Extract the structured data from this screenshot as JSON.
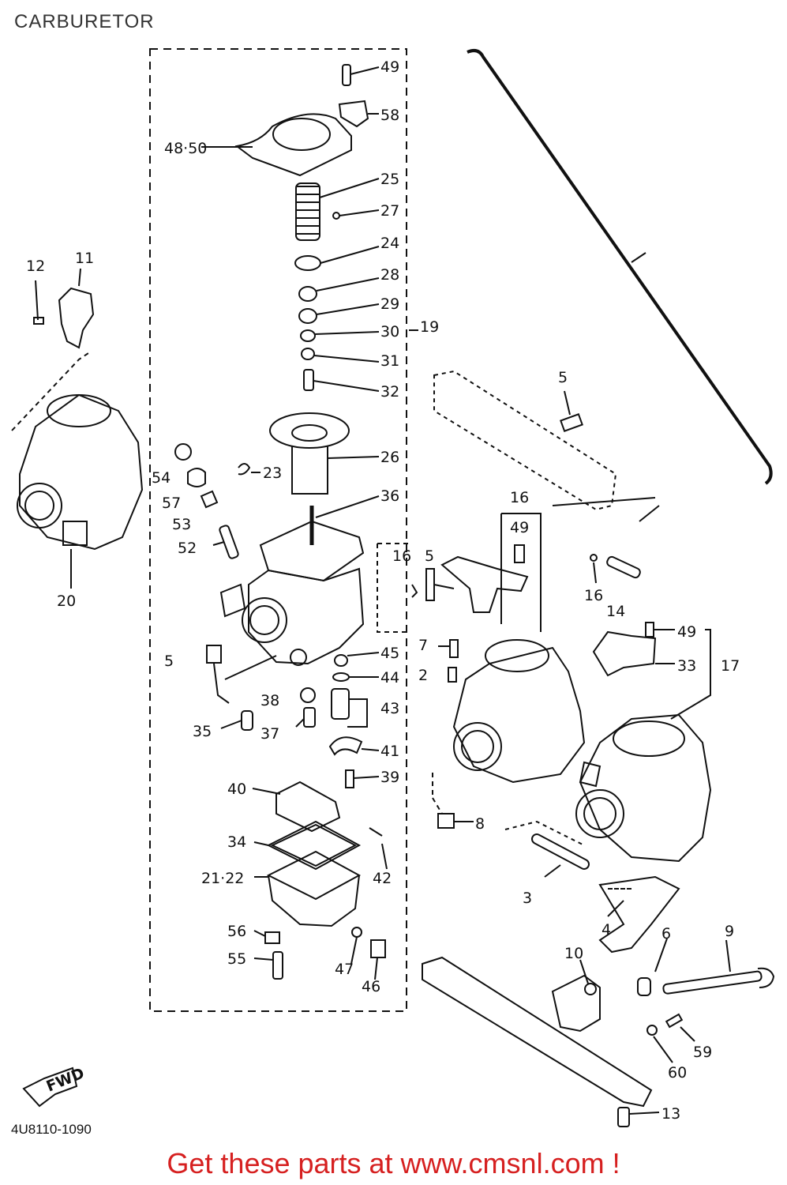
{
  "title": "CARBURETOR",
  "drawing_code": "4U8110-1090",
  "fwd_label": "FWD",
  "footer": "Get these parts at www.cmsnl.com !",
  "callouts": [
    {
      "id": "c49a",
      "text": "49"
    },
    {
      "id": "c58",
      "text": "58"
    },
    {
      "id": "c4850",
      "text": "48·50"
    },
    {
      "id": "c25",
      "text": "25"
    },
    {
      "id": "c27",
      "text": "27"
    },
    {
      "id": "c24",
      "text": "24"
    },
    {
      "id": "c28",
      "text": "28"
    },
    {
      "id": "c29",
      "text": "29"
    },
    {
      "id": "c30",
      "text": "30"
    },
    {
      "id": "c19",
      "text": "19"
    },
    {
      "id": "c31",
      "text": "31"
    },
    {
      "id": "c32",
      "text": "32"
    },
    {
      "id": "c26",
      "text": "26"
    },
    {
      "id": "c23",
      "text": "23"
    },
    {
      "id": "c36",
      "text": "36"
    },
    {
      "id": "c12",
      "text": "12"
    },
    {
      "id": "c11",
      "text": "11"
    },
    {
      "id": "c54",
      "text": "54"
    },
    {
      "id": "c57",
      "text": "57"
    },
    {
      "id": "c53",
      "text": "53"
    },
    {
      "id": "c52",
      "text": "52"
    },
    {
      "id": "c20",
      "text": "20"
    },
    {
      "id": "c5a",
      "text": "5"
    },
    {
      "id": "c5b",
      "text": "5"
    },
    {
      "id": "c5c",
      "text": "5"
    },
    {
      "id": "c16a",
      "text": "16"
    },
    {
      "id": "c16b",
      "text": "16"
    },
    {
      "id": "c16c",
      "text": "16"
    },
    {
      "id": "c49b",
      "text": "49"
    },
    {
      "id": "c14",
      "text": "14"
    },
    {
      "id": "c49c",
      "text": "49"
    },
    {
      "id": "c33",
      "text": "33"
    },
    {
      "id": "c17",
      "text": "17"
    },
    {
      "id": "c7",
      "text": "7"
    },
    {
      "id": "c2",
      "text": "2"
    },
    {
      "id": "c45",
      "text": "45"
    },
    {
      "id": "c44",
      "text": "44"
    },
    {
      "id": "c38",
      "text": "38"
    },
    {
      "id": "c43",
      "text": "43"
    },
    {
      "id": "c35",
      "text": "35"
    },
    {
      "id": "c37",
      "text": "37"
    },
    {
      "id": "c41",
      "text": "41"
    },
    {
      "id": "c39",
      "text": "39"
    },
    {
      "id": "c40",
      "text": "40"
    },
    {
      "id": "c8",
      "text": "8"
    },
    {
      "id": "c34",
      "text": "34"
    },
    {
      "id": "c2122",
      "text": "21·22"
    },
    {
      "id": "c42",
      "text": "42"
    },
    {
      "id": "c3",
      "text": "3"
    },
    {
      "id": "c4",
      "text": "4"
    },
    {
      "id": "c56",
      "text": "56"
    },
    {
      "id": "c55",
      "text": "55"
    },
    {
      "id": "c47",
      "text": "47"
    },
    {
      "id": "c46",
      "text": "46"
    },
    {
      "id": "c10",
      "text": "10"
    },
    {
      "id": "c6",
      "text": "6"
    },
    {
      "id": "c9",
      "text": "9"
    },
    {
      "id": "c59",
      "text": "59"
    },
    {
      "id": "c60",
      "text": "60"
    },
    {
      "id": "c13",
      "text": "13"
    }
  ]
}
